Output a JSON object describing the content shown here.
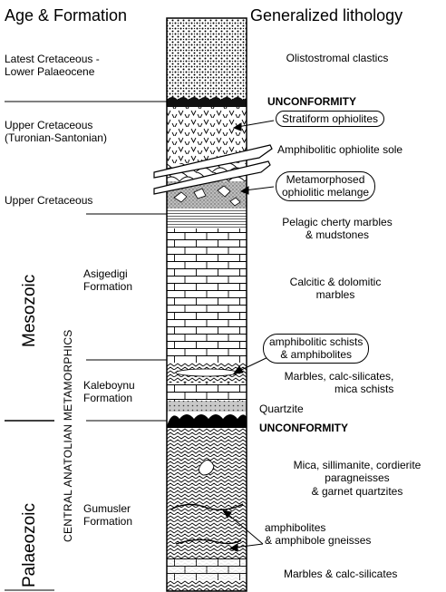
{
  "header": {
    "left": "Age & Formation",
    "right": "Generalized lithology"
  },
  "eras": {
    "mesozoic": "Mesozoic",
    "palaeozoic": "Palaeozoic"
  },
  "group_label": "CENTRAL ANATOLIAN METAMORPHICS",
  "ages": [
    "Latest Cretaceous -\nLower Palaeocene",
    "Upper Cretaceous\n(Turonian-Santonian)",
    "Upper Cretaceous"
  ],
  "formations": [
    "Asigedigi\nFormation",
    "Kaleboynu\nFormation",
    "Gumusler\nFormation"
  ],
  "lithology": {
    "olistostromal": "Olistostromal clastics",
    "unconformity_1": "UNCONFORMITY",
    "stratiform": "Stratiform ophiolites",
    "amphibolitic_sole": "Amphibolitic ophiolite sole",
    "melange": "Metamorphosed\nophiolitic melange",
    "pelagic": "Pelagic cherty marbles\n& mudstones",
    "calcitic": "Calcitic & dolomitic\nmarbles",
    "amph_schists": "amphibolitic schists\n& amphibolites",
    "marbles_calc": "Marbles, calc-silicates,\nmica schists",
    "quartzite": "Quartzite",
    "unconformity_2": "UNCONFORMITY",
    "mica": "Mica, sillimanite, cordierite\nparagneisses\n& garnet quartzites",
    "amph_gneiss": "amphibolites\n& amphibole gneisses",
    "marbles_bottom": "Marbles & calc-silicates"
  }
}
